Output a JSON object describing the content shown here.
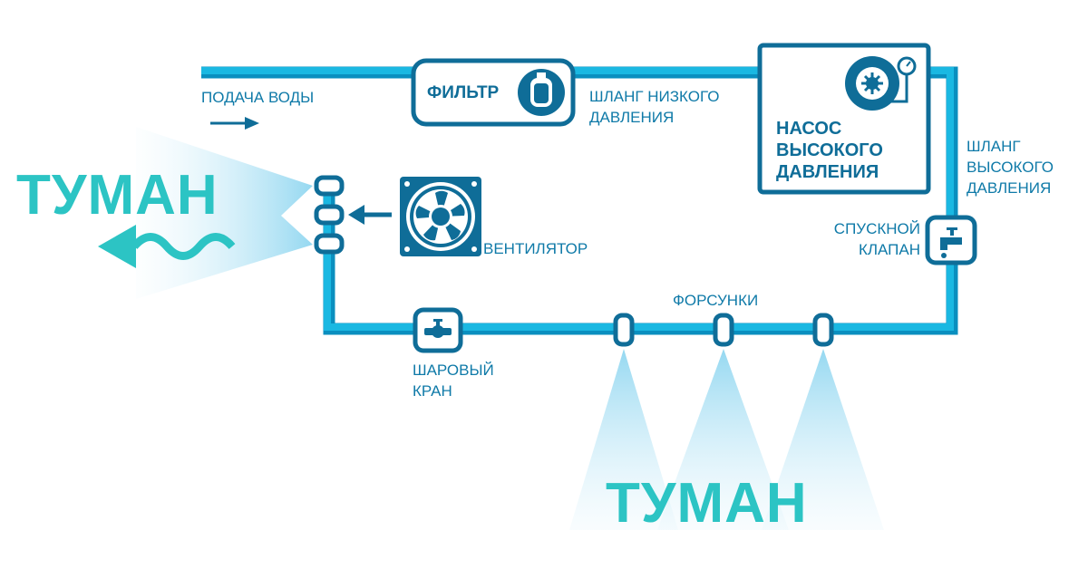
{
  "colors": {
    "pipe": "#1ab0dc",
    "pipe_dark": "#0a8fbf",
    "outline": "#0f6d98",
    "fog_text": "#2cc4c4",
    "mist": "#9fdcf2"
  },
  "labels": {
    "water_supply": "ПОДАЧА ВОДЫ",
    "filter": "ФИЛЬТР",
    "low_pressure_hose": [
      "ШЛАНГ НИЗКОГО",
      "ДАВЛЕНИЯ"
    ],
    "pump": [
      "НАСОС",
      "ВЫСОКОГО",
      "ДАВЛЕНИЯ"
    ],
    "high_pressure_hose": [
      "ШЛАНГ",
      "ВЫСОКОГО",
      "ДАВЛЕНИЯ"
    ],
    "drain_valve": [
      "СПУСКНОЙ",
      "КЛАПАН"
    ],
    "nozzles": "ФОРСУНКИ",
    "ball_valve": [
      "ШАРОВЫЙ",
      "КРАН"
    ],
    "fan": "ВЕНТИЛЯТОР",
    "fog_left": "ТУМАН",
    "fog_bottom": "ТУМАН"
  },
  "icons": [
    "arrow-right-icon",
    "filter-tank-icon",
    "pump-gear-icon",
    "pressure-gauge-icon",
    "faucet-icon",
    "ball-valve-icon",
    "fan-icon",
    "arrow-left-icon",
    "wave-arrow-icon"
  ]
}
